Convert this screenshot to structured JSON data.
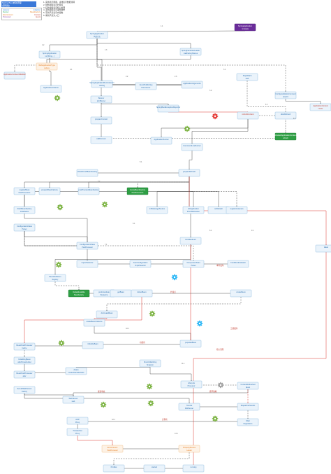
{
  "header": {
    "title": "Spring Boot启动流程",
    "subtitle": "(源码版)"
  },
  "legend": {
    "items": [
      {
        "label": "Listener",
        "color": "#2e86de"
      },
      {
        "label": "Initializer",
        "color": "#2e86de"
      },
      {
        "label": "Runner",
        "color": "#27ae60"
      },
      {
        "label": "BeanFactory",
        "color": "#e67e22"
      },
      {
        "label": "Environment",
        "color": "#e67e22"
      },
      {
        "label": "Context",
        "color": "#c0392b"
      },
      {
        "label": "Processor",
        "color": "#8e44ad"
      },
      {
        "label": "Event",
        "color": "#c0392b"
      }
    ]
  },
  "notes": [
    "1. 实线表示调用，虚线表示数据流转",
    "2. 绿色齿轮表示扩展点",
    "3. 红色齿轮表示核心处理",
    "4. 蓝色齿轮表示事件发布",
    "5. 灰色节点表示内部类",
    "6. 紫色节点为入口"
  ],
  "colors": {
    "node_fill": "#eaf3fb",
    "node_stroke": "#7fb0da",
    "node_text": "#2a6fb0",
    "red_text": "#c0392b",
    "orange_text": "#e67e22",
    "green_fill": "#2e9e44",
    "purple_fill": "#6a2c9a",
    "gray_fill": "#d8d8d8",
    "edge": "#555555",
    "edge_red": "#d9342b"
  },
  "nodes": [
    {
      "id": "n01",
      "l1": "SpringApplication",
      "l2": "run(args)",
      "style": "purple"
    },
    {
      "id": "n02",
      "l1": "SpringApplication",
      "l2": "构造方法",
      "style": "default"
    },
    {
      "id": "n03",
      "l1": "SpringApplication",
      "l2": "run(String...)",
      "style": "default"
    },
    {
      "id": "n04",
      "l1": "WebApplicationType",
      "l2": "deduce",
      "style": "orange"
    },
    {
      "id": "n05",
      "l1": "SpringFactoriesLoader",
      "l2": "loadFactoryNames",
      "style": "default"
    },
    {
      "id": "n06",
      "l1": "StopWatch",
      "l2": "start",
      "style": "default"
    },
    {
      "id": "n07",
      "l1": "ApplicationContextInitializer",
      "l2": "",
      "style": "red"
    },
    {
      "id": "n08",
      "l1": "ApplicationListener",
      "l2": "",
      "style": "default"
    },
    {
      "id": "n09",
      "l1": "SpringApplicationRunListeners",
      "l2": "starting",
      "style": "default"
    },
    {
      "id": "n10",
      "l1": "EventPublishing",
      "l2": "RunListener",
      "style": "default"
    },
    {
      "id": "n11",
      "l1": "ApplicationArguments",
      "l2": "",
      "style": "default"
    },
    {
      "id": "n12",
      "l1": "ConfigurableEnvironment",
      "l2": "prepare",
      "style": "default"
    },
    {
      "id": "n13",
      "l1": "Banner",
      "l2": "printBanner",
      "style": "default"
    },
    {
      "id": "n14",
      "l1": "ApplicationContext",
      "l2": "create",
      "style": "red"
    },
    {
      "id": "n15",
      "l1": "SpringBootExceptionReporter",
      "l2": "",
      "style": "default"
    },
    {
      "id": "n16",
      "l1": "prepareContext",
      "l2": "",
      "style": "default"
    },
    {
      "id": "n17",
      "l1": "refreshContext",
      "l2": "",
      "style": "red"
    },
    {
      "id": "n18",
      "l1": "afterRefresh",
      "l2": "",
      "style": "default"
    },
    {
      "id": "n19",
      "l1": "callRunners",
      "l2": "",
      "style": "default"
    },
    {
      "id": "n20",
      "l1": "ApplicationRunner",
      "l2": "",
      "style": "default"
    },
    {
      "id": "n21",
      "l1": "CommandLineRunner",
      "l2": "",
      "style": "default"
    },
    {
      "id": "n22",
      "l1": "AbstractApplicationContext",
      "l2": "refresh",
      "style": "green"
    },
    {
      "id": "n23",
      "l1": "prepareRefresh",
      "l2": "",
      "style": "default"
    },
    {
      "id": "n24",
      "l1": "obtainFreshBeanFactory",
      "l2": "",
      "style": "default"
    },
    {
      "id": "n25",
      "l1": "prepareBeanFactory",
      "l2": "",
      "style": "default"
    },
    {
      "id": "n26",
      "l1": "postProcessBeanFactory",
      "l2": "",
      "style": "default"
    },
    {
      "id": "n27",
      "l1": "invokeBeanFactory",
      "l2": "PostProcessors",
      "style": "green"
    },
    {
      "id": "n28",
      "l1": "registerBean",
      "l2": "PostProcessors",
      "style": "default"
    },
    {
      "id": "n29",
      "l1": "initMessageSource",
      "l2": "",
      "style": "default"
    },
    {
      "id": "n30",
      "l1": "initApplication",
      "l2": "EventMulticaster",
      "style": "default"
    },
    {
      "id": "n31",
      "l1": "onRefresh",
      "l2": "",
      "style": "default"
    },
    {
      "id": "n32",
      "l1": "registerListeners",
      "l2": "",
      "style": "default"
    },
    {
      "id": "n33",
      "l1": "finishBeanFactory",
      "l2": "Initialization",
      "style": "default"
    },
    {
      "id": "n34",
      "l1": "finishRefresh",
      "l2": "",
      "style": "default"
    },
    {
      "id": "n35",
      "l1": "ConfigurationClass",
      "l2": "PostProcessor",
      "style": "default"
    },
    {
      "id": "n36",
      "l1": "ConfigurationClass",
      "l2": "Parser",
      "style": "default"
    },
    {
      "id": "n37",
      "l1": "ComponentScan",
      "l2": "Parser",
      "style": "default"
    },
    {
      "id": "n38",
      "l1": "ImportSelector",
      "l2": "",
      "style": "default"
    },
    {
      "id": "n39",
      "l1": "AutoConfiguration",
      "l2": "ImportSelector",
      "style": "default"
    },
    {
      "id": "n40",
      "l1": "ConditionEvaluator",
      "l2": "",
      "style": "default"
    },
    {
      "id": "n41",
      "l1": "BeanDefinition",
      "l2": "Registry",
      "style": "default"
    },
    {
      "id": "n42",
      "l1": "DefaultListable",
      "l2": "BeanFactory",
      "style": "green"
    },
    {
      "id": "n43",
      "l1": "preInstantiate",
      "l2": "Singletons",
      "style": "default"
    },
    {
      "id": "n44",
      "l1": "getBean",
      "l2": "",
      "style": "default"
    },
    {
      "id": "n45",
      "l1": "doGetBean",
      "l2": "",
      "style": "default"
    },
    {
      "id": "n46",
      "l1": "createBean",
      "l2": "",
      "style": "default"
    },
    {
      "id": "n47",
      "l1": "doCreateBean",
      "l2": "",
      "style": "default"
    },
    {
      "id": "n48",
      "l1": "createBeanInstance",
      "l2": "",
      "style": "default"
    },
    {
      "id": "n49",
      "l1": "populateBean",
      "l2": "",
      "style": "default"
    },
    {
      "id": "n50",
      "l1": "initializeBean",
      "l2": "",
      "style": "default"
    },
    {
      "id": "n51",
      "l1": "BeanPostProcessor",
      "l2": "before",
      "style": "default"
    },
    {
      "id": "n52",
      "l1": "InitializingBean",
      "l2": "afterPropertiesSet",
      "style": "default"
    },
    {
      "id": "n53",
      "l1": "BeanPostProcessor",
      "l2": "after",
      "style": "default"
    },
    {
      "id": "n54",
      "l1": "Aware",
      "l2": "invokeAwareMethods",
      "style": "default"
    },
    {
      "id": "n55",
      "l1": "SmartInitializing",
      "l2": "Singleton",
      "style": "default"
    },
    {
      "id": "n56",
      "l1": "Lifecycle",
      "l2": "Processor",
      "style": "default"
    },
    {
      "id": "n57",
      "l1": "ContextRefreshed",
      "l2": "Event",
      "style": "default"
    },
    {
      "id": "n58",
      "l1": "WebServer",
      "l2": "start",
      "style": "default"
    },
    {
      "id": "n59",
      "l1": "ServletWebServer",
      "l2": "Factory",
      "style": "default"
    },
    {
      "id": "n60",
      "l1": "Tomcat",
      "l2": "WebServer",
      "style": "default"
    },
    {
      "id": "n61",
      "l1": "DispatcherServlet",
      "l2": "",
      "style": "default"
    },
    {
      "id": "n62",
      "l1": "Filter",
      "l2": "Registration",
      "style": "default"
    },
    {
      "id": "n63",
      "l1": "AOP",
      "l2": "Proxy",
      "style": "default"
    },
    {
      "id": "n64",
      "l1": "Transaction",
      "l2": "Proxy",
      "style": "default"
    },
    {
      "id": "n65",
      "l1": "Environment",
      "l2": "PostProcessor",
      "style": "orange"
    },
    {
      "id": "n66",
      "l1": "PropertySource",
      "l2": "Loader",
      "style": "orange"
    },
    {
      "id": "n67",
      "l1": "Profiles",
      "l2": "",
      "style": "default"
    },
    {
      "id": "n68",
      "l1": "started",
      "l2": "",
      "style": "default"
    },
    {
      "id": "n69",
      "l1": "running",
      "l2": "",
      "style": "default"
    },
    {
      "id": "n70",
      "l1": "failed",
      "l2": "",
      "style": "default"
    }
  ],
  "edge_labels": [
    "1.1",
    "1.2",
    "1.3",
    "2.1",
    "2.2",
    "2.3",
    "3.1",
    "3.2",
    "4.1",
    "4.2",
    "5.1",
    "5.2",
    "6.1",
    "7.1",
    "8.1",
    "9.1",
    "10.1",
    "11.1",
    "12.1",
    "13.1"
  ],
  "annotations": [
    "事件发布",
    "扩展点",
    "核心流程",
    "实例化",
    "属性填充",
    "初始化",
    "循环依赖",
    "三级缓存"
  ]
}
